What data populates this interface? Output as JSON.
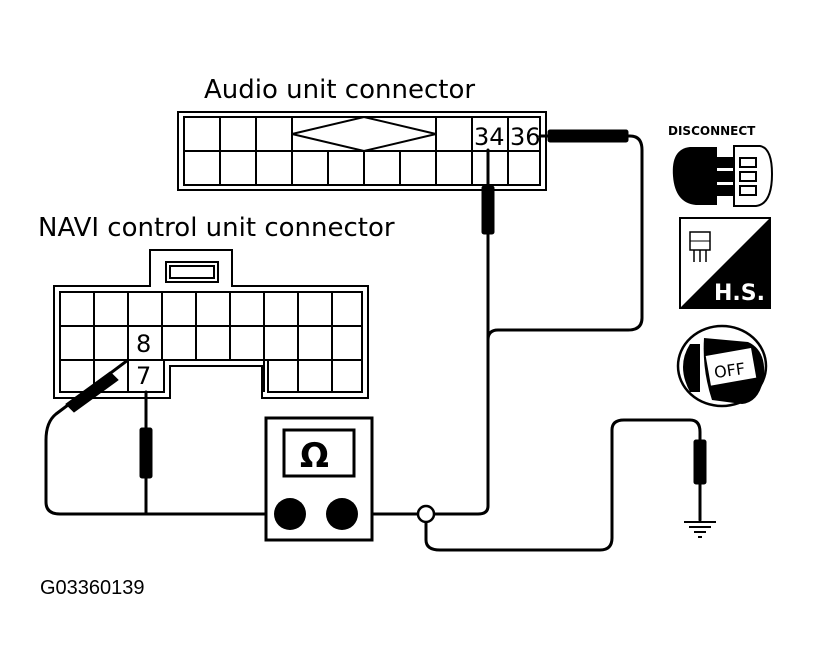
{
  "diagram": {
    "audio_connector_label": "Audio unit connector",
    "navi_connector_label": "NAVI control unit connector",
    "audio_pins": {
      "pin_a": "34",
      "pin_b": "36"
    },
    "navi_pins": {
      "pin_a": "8",
      "pin_b": "7"
    },
    "meter_symbol": "Ω",
    "figure_id": "G03360139"
  },
  "side_icons": {
    "disconnect_label": "DISCONNECT",
    "hs_label": "H.S.",
    "ignition_label": "OFF"
  },
  "icons": [
    "disconnect-connector-icon",
    "harness-side-icon",
    "ignition-key-off-icon",
    "ground-icon",
    "ohmmeter-icon"
  ]
}
